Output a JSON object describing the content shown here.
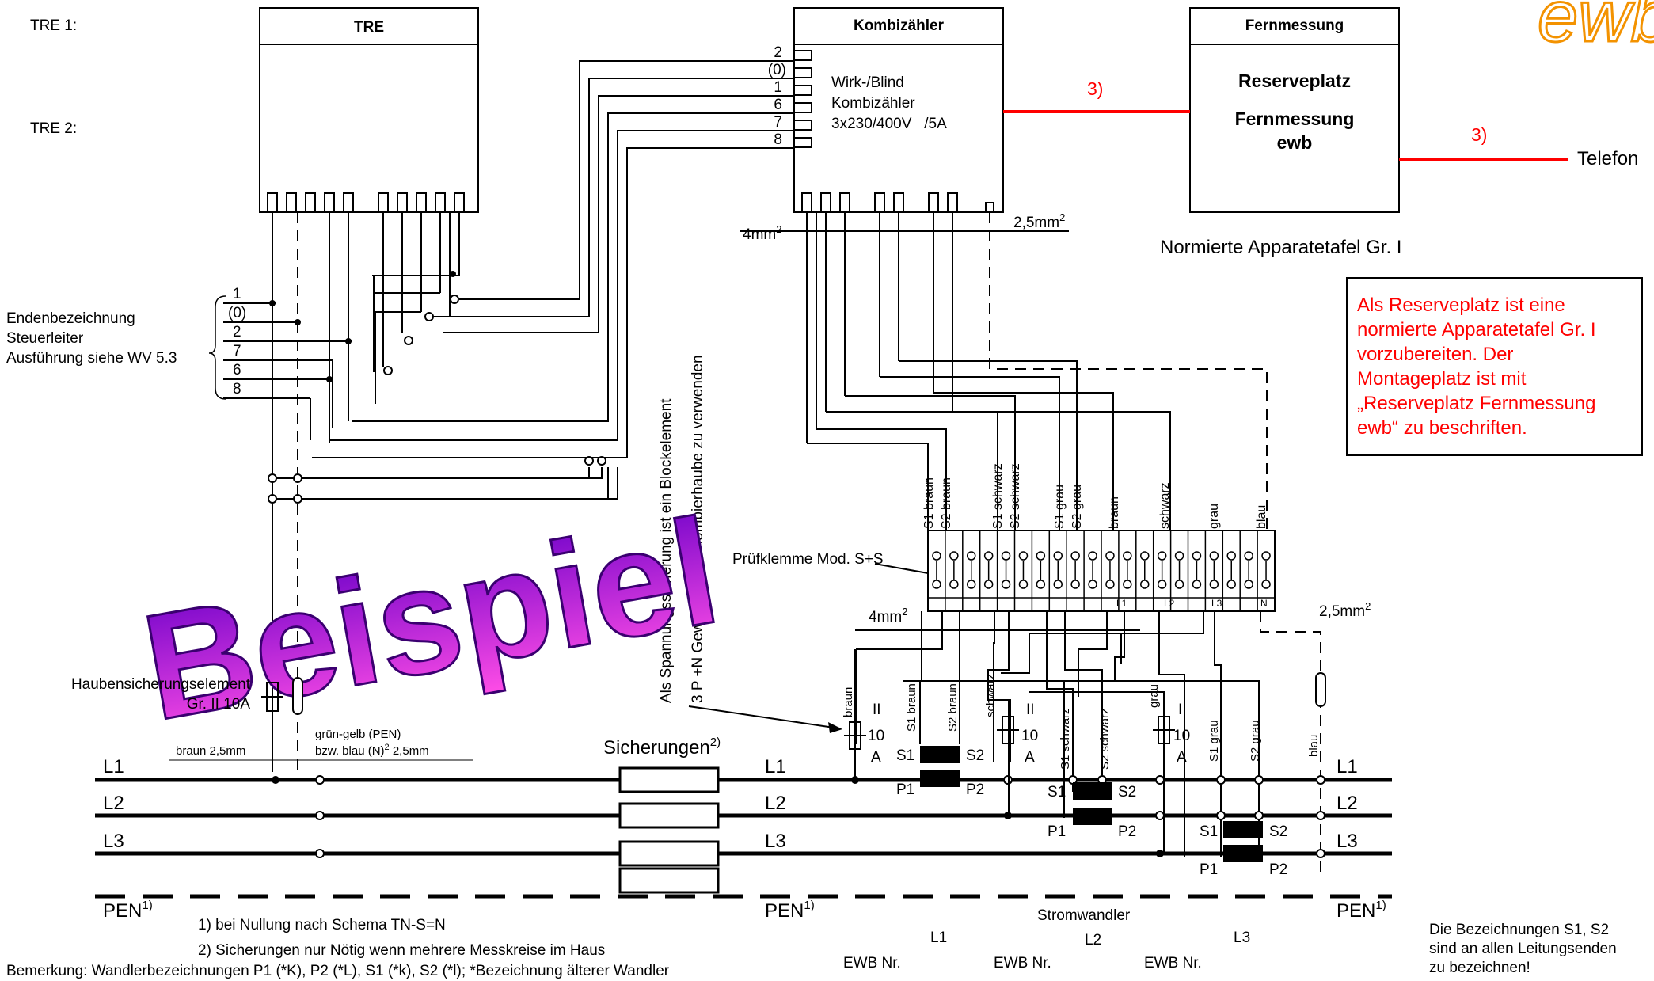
{
  "blocks": {
    "tre_1_label": "TRE 1:",
    "tre_2_label": "TRE 2:",
    "tre_title": "TRE",
    "kombi_title": "Kombizähler",
    "kombi_line1": "Wirk-/Blind",
    "kombi_line2": "Kombizähler",
    "kombi_line3": "3x230/400V   /5A",
    "kombi_terminals": [
      "2",
      "(0)",
      "1",
      "6",
      "7",
      "8"
    ],
    "fern_title": "Fernmessung",
    "fern_line1": "Reserveplatz",
    "fern_line2": "Fernmessung",
    "fern_line3": "ewb",
    "phone_ref": "3)",
    "phone_label": "Telefon",
    "link_ref": "3)",
    "normiert": "Normierte Apparatetafel Gr. I",
    "logo": "ewb"
  },
  "note_box": "Als Reserveplatz ist eine\nnormierte Apparatetafel Gr. I\nvorzubereiten. Der\nMontageplatz ist mit\n„Reserveplatz Fernmessung\newb“ zu beschriften.",
  "steuer": {
    "label1": "Endenbezeichnung",
    "label2": "Steuerleiter",
    "label3": "Ausführung siehe WV 5.3",
    "ends": [
      "1",
      "(0)",
      "2",
      "7",
      "6",
      "8"
    ]
  },
  "wires": {
    "size_4mm_top": "4mm",
    "size_25mm_top": "2,5mm",
    "size_4mm_mid": "4mm",
    "size_25mm_mid": "2,5mm",
    "sup2": "2"
  },
  "terminal_labels": [
    "S1 braun",
    "S2 braun",
    "S1 schwarz",
    "S2 schwarz",
    "S1 grau",
    "S2 grau",
    "braun",
    "schwarz",
    "grau",
    "blau"
  ],
  "pruefklemme": "Prüfklemme Mod. S+S",
  "klemme_phase_labels": [
    "L1",
    "L2",
    "L3",
    "N"
  ],
  "vertical_note_1": "Als Spannungssicherung ist ein Blockelement",
  "vertical_note_2": "3 P +N Gewinde ii mit Plombierhaube zu verwenden",
  "watermark": "Beispiel",
  "fuse_element_line1": "Haubensicherungselement",
  "fuse_element_line2": "Gr. II 10A",
  "braun_25": "braun 2,5mm",
  "gruen_gelb_1": "grün-gelb (PEN)",
  "gruen_gelb_2": "bzw. blau (N)",
  "gruen_gelb_3": " 2,5mm",
  "sicherungen": "Sicherungen",
  "sicherungen_sup": "2)",
  "lines": {
    "l1": "L1",
    "l2": "L2",
    "l3": "L3",
    "pen": "PEN",
    "pen_sup": "1)"
  },
  "transformer": {
    "s1": "S1",
    "s2": "S2",
    "p1": "P1",
    "p2": "P2",
    "ii": "II",
    "ten": "10",
    "amp": "A",
    "braun": "braun",
    "schwarz": "schwarz",
    "grau": "grau",
    "blau": "blau",
    "s1_braun": "S1 braun",
    "s2_braun": "S2 braun",
    "s1_schwarz": "S1 schwarz",
    "s2_schwarz": "S2 schwarz",
    "s1_grau": "S1 grau",
    "s2_grau": "S2 grau",
    "stromwandler": "Stromwandler",
    "ewb_nr": "EWB Nr."
  },
  "footnotes": {
    "fn1": "1) bei Nullung nach Schema TN-S=N",
    "fn2": "2) Sicherungen nur Nötig wenn mehrere Messkreise im Haus",
    "bemerkung": "Bemerkung: Wandlerbezeichnungen P1 (*K), P2 (*L), S1 (*k), S2 (*l); *Bezeichnung älterer Wandler"
  },
  "side_note": "Die Bezeichnungen S1, S2\nsind an allen Leitungsenden\nzu bezeichnen!",
  "colors": {
    "red": "#ff0000",
    "logo_orange": "#f39200",
    "watermark_top": "#6a00c8",
    "watermark_bottom": "#ff4de6"
  }
}
